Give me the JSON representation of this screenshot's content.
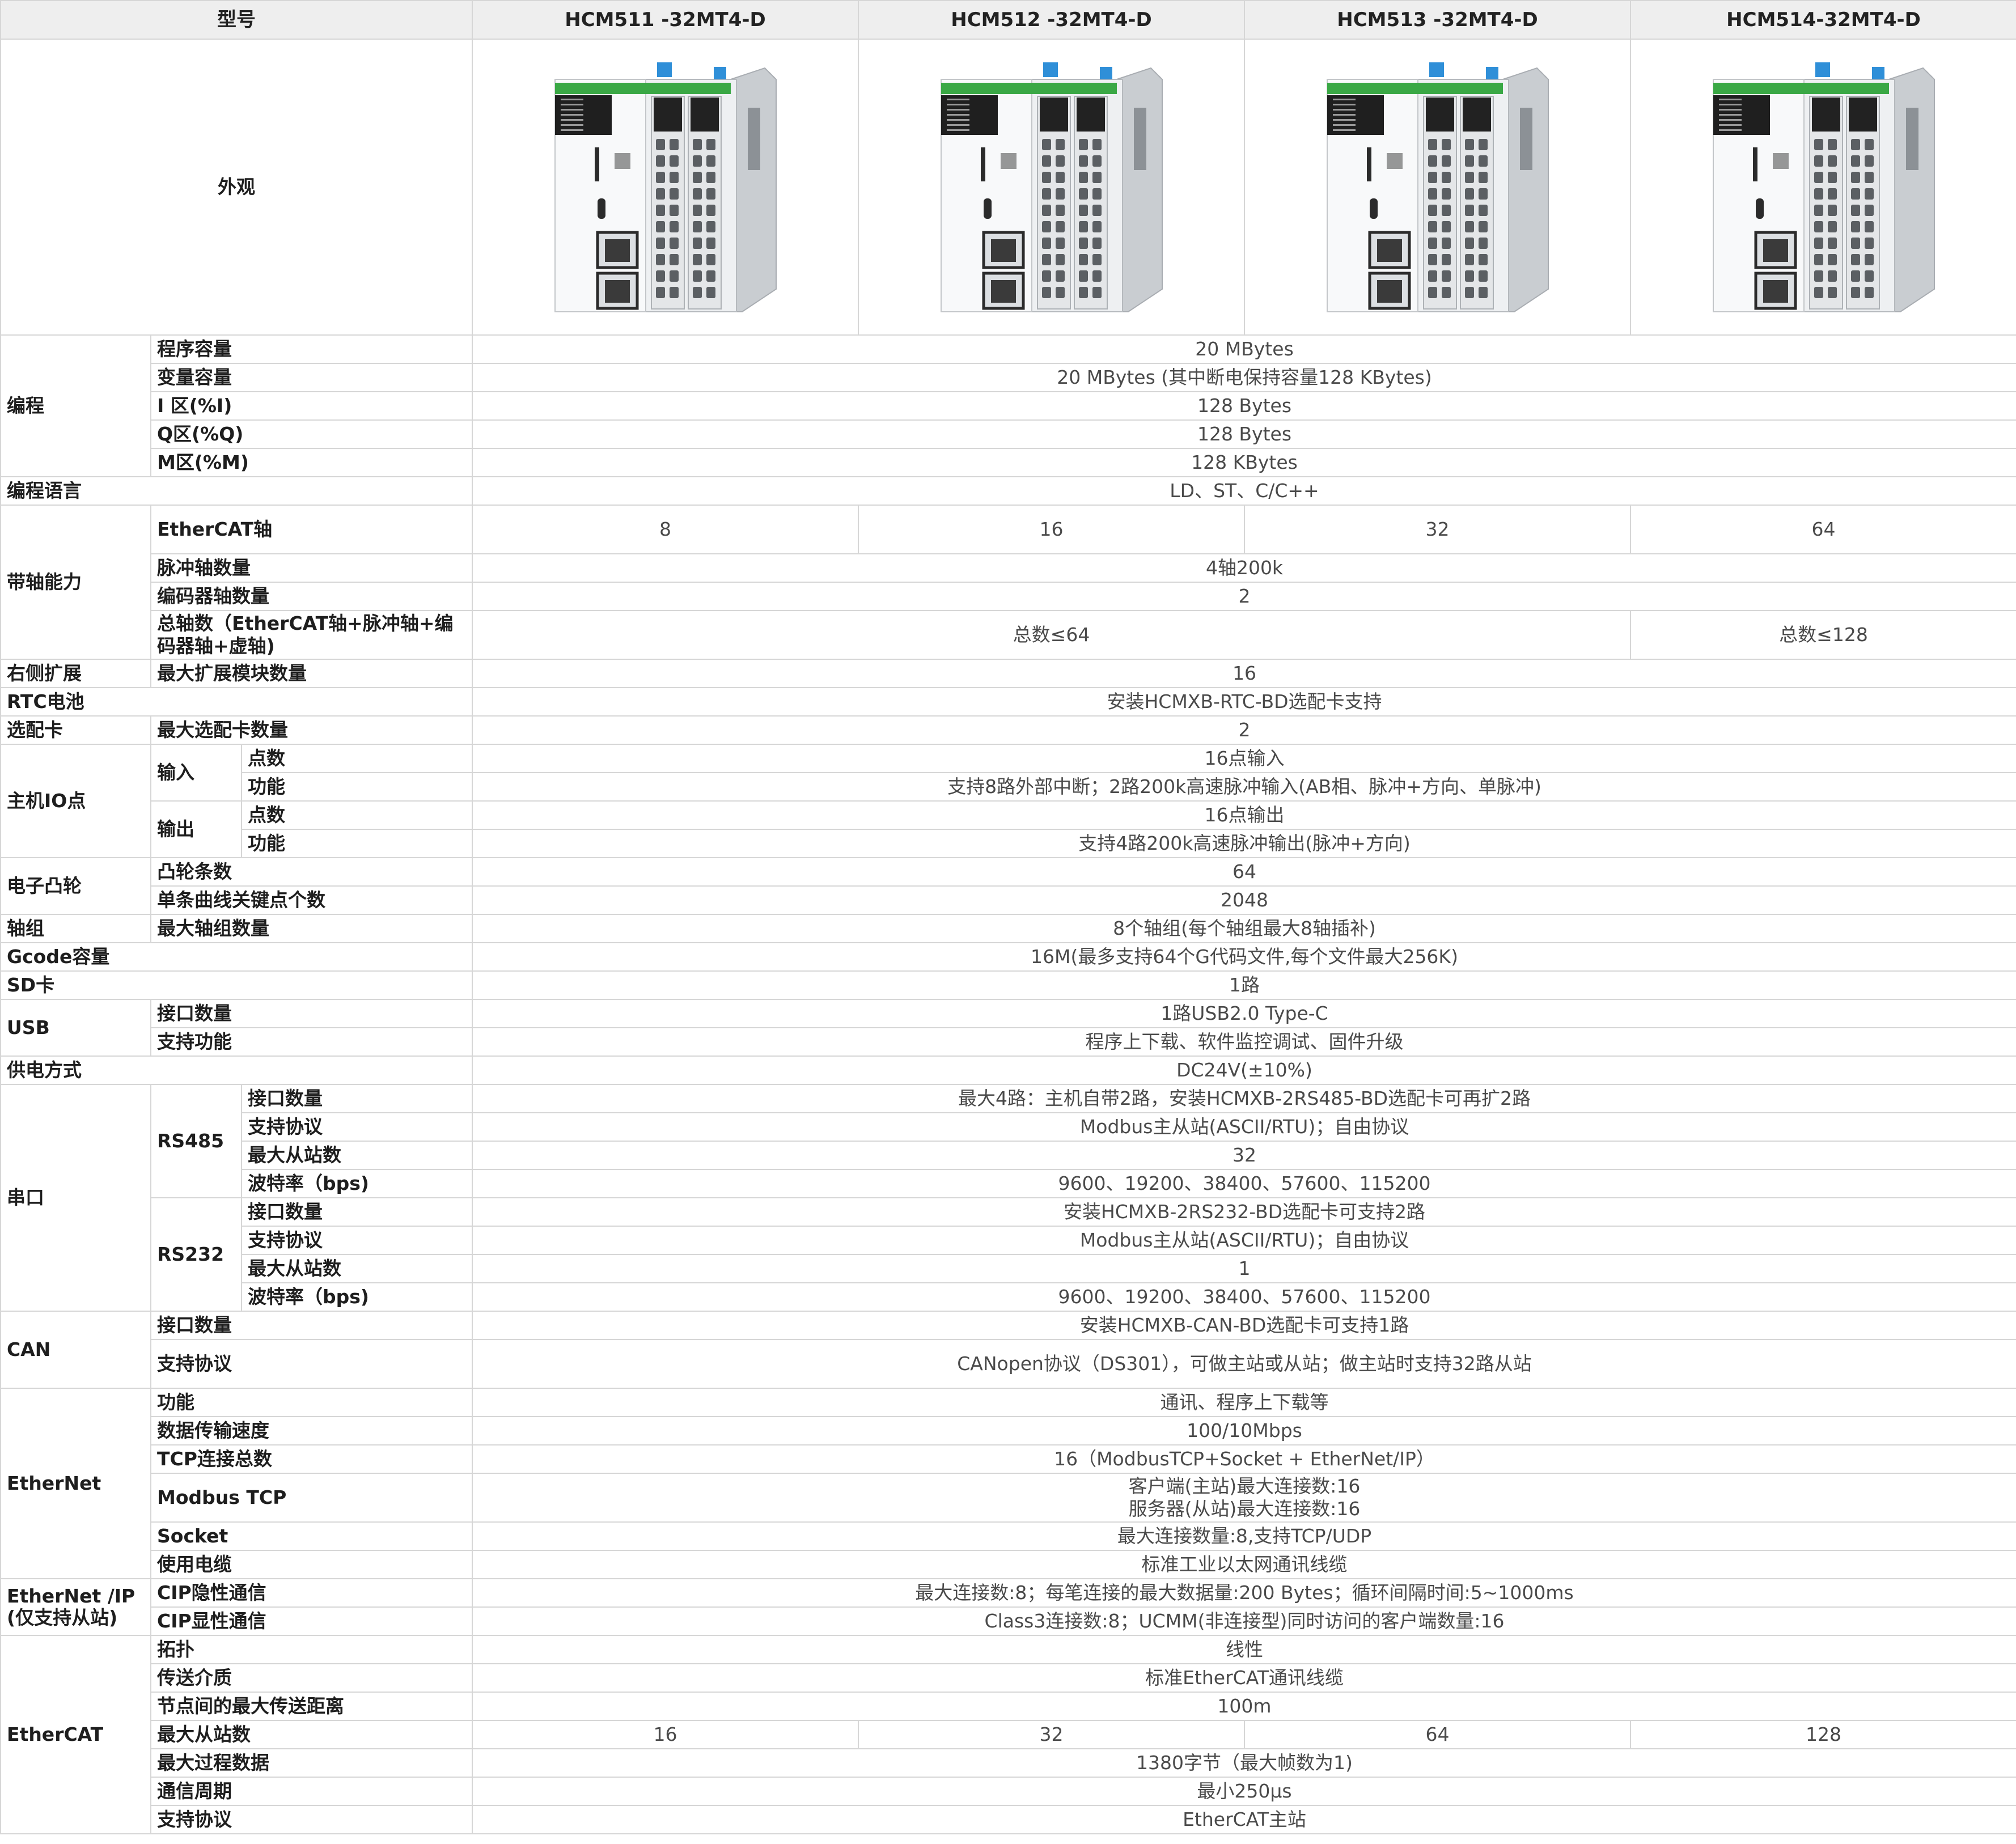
{
  "header": {
    "model_label": "型号",
    "models": [
      "HCM511 -32MT4-D",
      "HCM512 -32MT4-D",
      "HCM513 -32MT4-D",
      "HCM514-32MT4-D"
    ]
  },
  "appearance": {
    "label": "外观",
    "image_icon": "plc-module-photo"
  },
  "programming": {
    "label": "编程",
    "rows": [
      {
        "label": "程序容量",
        "value": "20 MBytes"
      },
      {
        "label": "变量容量",
        "value": "20 MBytes (其中断电保持容量128 KBytes)"
      },
      {
        "label": "I 区(%I)",
        "value": "128 Bytes"
      },
      {
        "label": "Q区(%Q)",
        "value": "128 Bytes"
      },
      {
        "label": "M区(%M)",
        "value": "128 KBytes"
      }
    ]
  },
  "language": {
    "label": "编程语言",
    "value": "LD、ST、C/C++"
  },
  "axis": {
    "label": "带轴能力",
    "ethercat_label": "EtherCAT轴",
    "ethercat_values": [
      "8",
      "16",
      "32",
      "64"
    ],
    "pulse_label": "脉冲轴数量",
    "pulse_value": "4轴200k",
    "encoder_label": "编码器轴数量",
    "encoder_value": "2",
    "total_label": "总轴数（EtherCAT轴+脉冲轴+编码器轴+虚轴)",
    "total_value_a": "总数≤64",
    "total_value_b": "总数≤128"
  },
  "expansion": {
    "label": "右侧扩展",
    "sub": "最大扩展模块数量",
    "value": "16"
  },
  "rtc": {
    "label": "RTC电池",
    "value": "安装HCMXB-RTC-BD选配卡支持"
  },
  "option_card": {
    "label": "选配卡",
    "sub": "最大选配卡数量",
    "value": "2"
  },
  "io": {
    "label": "主机IO点",
    "input_label": "输入",
    "output_label": "输出",
    "points_label": "点数",
    "function_label": "功能",
    "input_points": "16点输入",
    "input_function": "支持8路外部中断；2路200k高速脉冲输入(AB相、脉冲+方向、单脉冲)",
    "output_points": "16点输出",
    "output_function": "支持4路200k高速脉冲输出(脉冲+方向)"
  },
  "cam": {
    "label": "电子凸轮",
    "rows": [
      {
        "label": "凸轮条数",
        "value": "64"
      },
      {
        "label": "单条曲线关键点个数",
        "value": "2048"
      }
    ]
  },
  "axis_group": {
    "label": "轴组",
    "sub": "最大轴组数量",
    "value": "8个轴组(每个轴组最大8轴插补)"
  },
  "gcode": {
    "label": "Gcode容量",
    "value": "16M(最多支持64个G代码文件,每个文件最大256K)"
  },
  "sd": {
    "label": "SD卡",
    "value": "1路"
  },
  "usb": {
    "label": "USB",
    "rows": [
      {
        "label": "接口数量",
        "value": "1路USB2.0 Type-C"
      },
      {
        "label": "支持功能",
        "value": "程序上下载、软件监控调试、固件升级"
      }
    ]
  },
  "power": {
    "label": "供电方式",
    "value": "DC24V(±10%)"
  },
  "serial": {
    "label": "串口",
    "rs485_label": "RS485",
    "rs485_rows": [
      {
        "label": "接口数量",
        "value": "最大4路：主机自带2路，安装HCMXB-2RS485-BD选配卡可再扩2路"
      },
      {
        "label": "支持协议",
        "value": "Modbus主从站(ASCII/RTU)；自由协议"
      },
      {
        "label": "最大从站数",
        "value": "32"
      },
      {
        "label": "波特率（bps)",
        "value": "9600、19200、38400、57600、115200"
      }
    ],
    "rs232_label": "RS232",
    "rs232_rows": [
      {
        "label": "接口数量",
        "value": "安装HCMXB-2RS232-BD选配卡可支持2路"
      },
      {
        "label": "支持协议",
        "value": "Modbus主从站(ASCII/RTU)；自由协议"
      },
      {
        "label": "最大从站数",
        "value": "1"
      },
      {
        "label": "波特率（bps)",
        "value": "9600、19200、38400、57600、115200"
      }
    ]
  },
  "can": {
    "label": "CAN",
    "rows": [
      {
        "label": "接口数量",
        "value": "安装HCMXB-CAN-BD选配卡可支持1路"
      },
      {
        "label": "支持协议",
        "value": "CANopen协议（DS301），可做主站或从站；做主站时支持32路从站"
      }
    ]
  },
  "ethernet": {
    "label": "EtherNet",
    "rows": [
      {
        "label": "功能",
        "value": "通讯、程序上下载等"
      },
      {
        "label": "数据传输速度",
        "value": "100/10Mbps"
      },
      {
        "label": "TCP连接总数",
        "value": "16（ModbusTCP+Socket + EtherNet/IP）"
      }
    ],
    "modbus_label": "Modbus TCP",
    "modbus_value_1": "客户端(主站)最大连接数:16",
    "modbus_value_2": "服务器(从站)最大连接数:16",
    "rows_after": [
      {
        "label": "Socket",
        "value": "最大连接数量:8,支持TCP/UDP"
      },
      {
        "label": "使用电缆",
        "value": "标准工业以太网通讯线缆"
      }
    ]
  },
  "ethernet_ip": {
    "label_1": "EtherNet /IP",
    "label_2": "(仅支持从站)",
    "rows": [
      {
        "label": "CIP隐性通信",
        "value": "最大连接数:8；每笔连接的最大数据量:200 Bytes；循环间隔时间:5~1000ms"
      },
      {
        "label": "CIP显性通信",
        "value": "Class3连接数:8；UCMM(非连接型)同时访问的客户端数量:16"
      }
    ]
  },
  "ethercat": {
    "label": "EtherCAT",
    "rows_before": [
      {
        "label": "拓扑",
        "value": "线性"
      },
      {
        "label": "传送介质",
        "value": "标准EtherCAT通讯线缆"
      },
      {
        "label": "节点间的最大传送距离",
        "value": "100m"
      }
    ],
    "slaves_label": "最大从站数",
    "slaves_values": [
      "16",
      "32",
      "64",
      "128"
    ],
    "rows_after": [
      {
        "label": "最大过程数据",
        "value": "1380字节（最大帧数为1)"
      },
      {
        "label": "通信周期",
        "value": "最小250μs"
      },
      {
        "label": "支持协议",
        "value": "EtherCAT主站"
      }
    ]
  }
}
